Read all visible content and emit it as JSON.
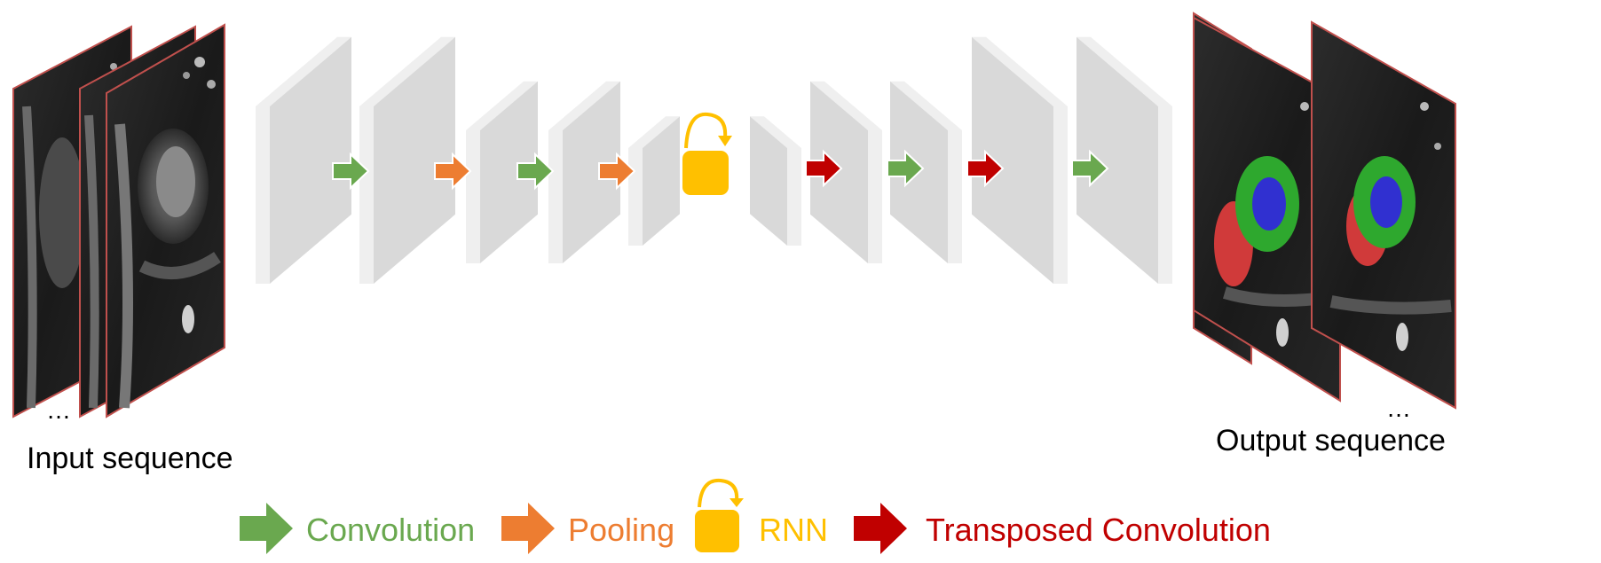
{
  "labels": {
    "input": "Input sequence",
    "output": "Output sequence",
    "input_ellipsis": "…",
    "output_ellipsis": "…"
  },
  "legend": [
    {
      "kind": "convolution",
      "text": "Convolution",
      "color": "#6aa84f"
    },
    {
      "kind": "pooling",
      "text": "Pooling",
      "color": "#ed7d31"
    },
    {
      "kind": "rnn",
      "text": "RNN",
      "color": "#ffc000"
    },
    {
      "kind": "transposed",
      "text": "Transposed Convolution",
      "color": "#c00000"
    }
  ],
  "pipeline": [
    "convolution",
    "pooling",
    "convolution",
    "pooling",
    "rnn",
    "transposed",
    "convolution",
    "transposed",
    "convolution"
  ],
  "colors": {
    "convolution": "#6aa84f",
    "pooling": "#ed7d31",
    "rnn": "#ffc000",
    "transposed": "#c00000",
    "feature_map_face": "#d9d9d9",
    "feature_map_side": "#efefef",
    "frame_border": "#c0504d",
    "segmentation_green": "#2ea82e",
    "segmentation_blue": "#3030d0",
    "segmentation_red": "#d03a3a"
  }
}
